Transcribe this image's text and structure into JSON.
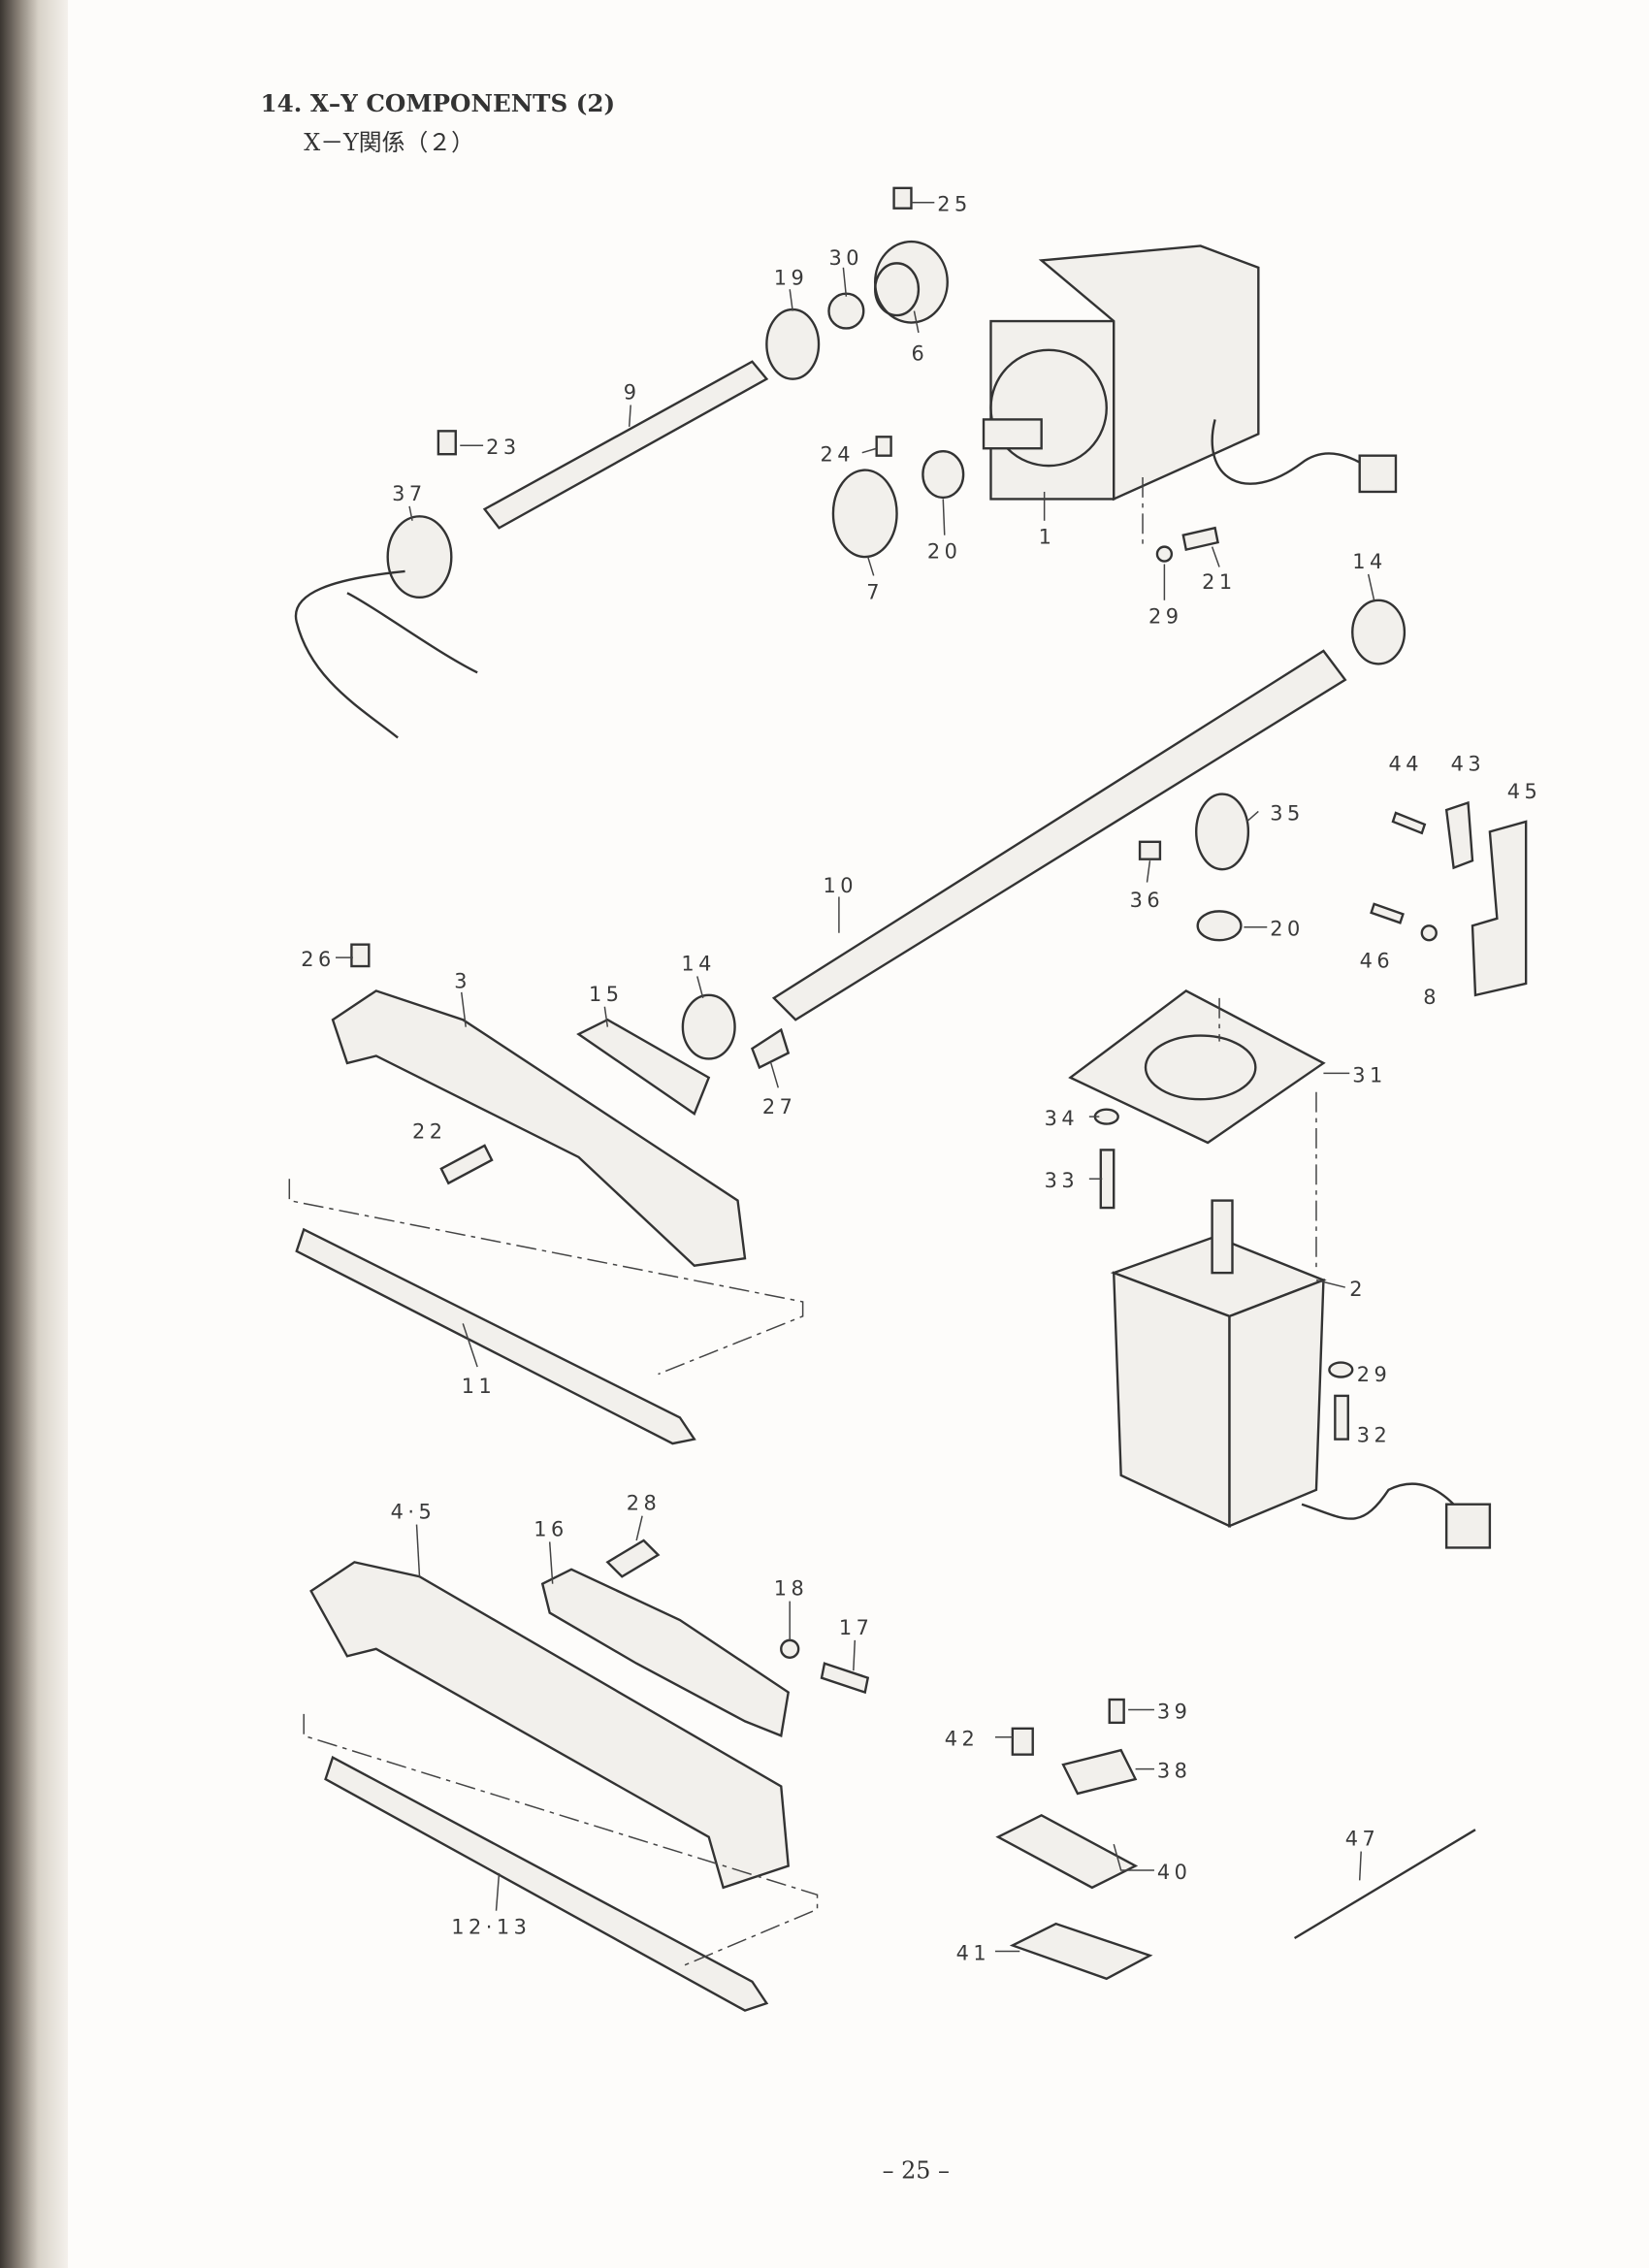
{
  "header": {
    "title": "14. X–Y COMPONENTS (2)",
    "subtitle": "X－Y関係（２）"
  },
  "callouts": [
    "25",
    "30",
    "19",
    "6",
    "9",
    "23",
    "24",
    "37",
    "20",
    "1",
    "7",
    "21",
    "29",
    "14",
    "44",
    "43",
    "45",
    "35",
    "36",
    "20",
    "46",
    "8",
    "10",
    "26",
    "3",
    "15",
    "14",
    "27",
    "31",
    "34",
    "22",
    "33",
    "2",
    "11",
    "29",
    "32",
    "4·5",
    "16",
    "28",
    "18",
    "17",
    "39",
    "42",
    "38",
    "40",
    "47",
    "12·13",
    "41"
  ],
  "footer": {
    "page_number": "– 25 –"
  }
}
